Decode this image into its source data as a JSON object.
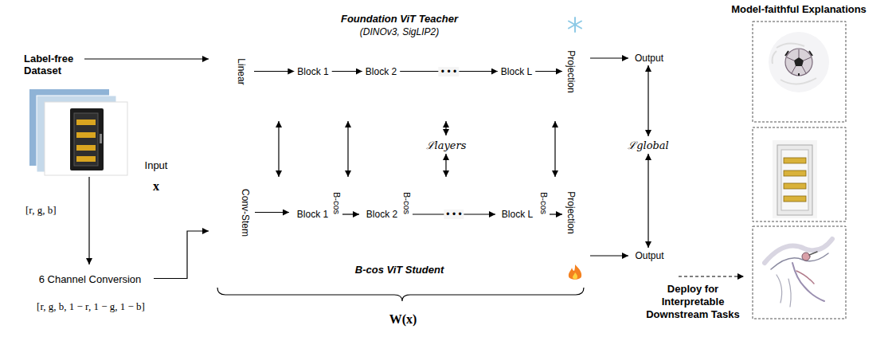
{
  "diagram": {
    "nodes": [
      {
        "text": [
          "Label-free Dataset"
        ]
      },
      {
        "text": [
          "Input",
          "x"
        ]
      },
      {
        "text": [
          "6 Channel Conversion"
        ]
      },
      {
        "text": [
          "Foundation ViT Teacher",
          "(DINOv3, SigLIP2)"
        ]
      },
      {
        "text": [
          "Linear"
        ],
        "in": 3
      },
      {
        "text": [
          "Block 1"
        ],
        "in": 3
      },
      {
        "text": [
          "Block 2"
        ],
        "in": 3
      },
      {
        "text": [
          "Block L"
        ],
        "in": 3
      },
      {
        "text": [
          "Projection"
        ],
        "in": 3
      },
      {
        "text": [
          "Output"
        ]
      },
      {
        "text": [
          "ℒlayers"
        ]
      },
      {
        "text": [
          "ℒglobal"
        ]
      },
      {
        "text": [
          "B-cos ViT Student"
        ]
      },
      {
        "text": [
          "Conv-Stem"
        ],
        "in": 12
      },
      {
        "text": [
          "B-cos"
        ],
        "in": 12
      },
      {
        "text": [
          "Block 1"
        ],
        "in": 14
      },
      {
        "text": [
          "B-cos"
        ],
        "in": 12
      },
      {
        "text": [
          "Block 2"
        ],
        "in": 16
      },
      {
        "text": [
          "B-cos"
        ],
        "in": 12
      },
      {
        "text": [
          "Block L"
        ],
        "in": 18
      },
      {
        "text": [
          "Projection"
        ],
        "in": 12
      },
      {
        "text": [
          "Output"
        ]
      },
      {
        "text": [
          "W(x)"
        ]
      }
    ],
    "edges": [
      {
        "from": 0,
        "to": 3,
        "arrow": "to"
      },
      {
        "from": 0,
        "to": 2,
        "arrow": "to"
      },
      {
        "from": 2,
        "to": 12,
        "arrow": "to"
      },
      {
        "from": 4,
        "to": 5,
        "arrow": "to"
      },
      {
        "from": 5,
        "to": 6,
        "arrow": "to"
      },
      {
        "from": 6,
        "to": 7,
        "arrow": "to",
        "label": "• • •"
      },
      {
        "from": 7,
        "to": 8,
        "arrow": "to"
      },
      {
        "from": 3,
        "to": 9,
        "arrow": "to"
      },
      {
        "from": 13,
        "to": 14,
        "arrow": "to"
      },
      {
        "from": 14,
        "to": 16,
        "arrow": "to"
      },
      {
        "from": 16,
        "to": 18,
        "arrow": "to",
        "label": "• • •"
      },
      {
        "from": 18,
        "to": 20,
        "arrow": "to"
      },
      {
        "from": 12,
        "to": 21,
        "arrow": "to"
      },
      {
        "from": 9,
        "to": 11,
        "arrow": "both"
      },
      {
        "from": 11,
        "to": 21,
        "arrow": "both"
      },
      {
        "from": 3,
        "to": 12,
        "arrow": "both"
      },
      {
        "from": 3,
        "to": 12,
        "arrow": "both"
      },
      {
        "from": 3,
        "to": 10,
        "arrow": "both"
      },
      {
        "from": 10,
        "to": 12,
        "arrow": "both"
      },
      {
        "from": 3,
        "to": 12,
        "arrow": "both"
      }
    ],
    "labels": [
      "[r, g, b]",
      "[r, g, b, 1 − r, 1 − g, 1 − b]",
      "Model-faithful Explanations",
      "Deploy for Interpretable Downstream Tasks"
    ]
  }
}
